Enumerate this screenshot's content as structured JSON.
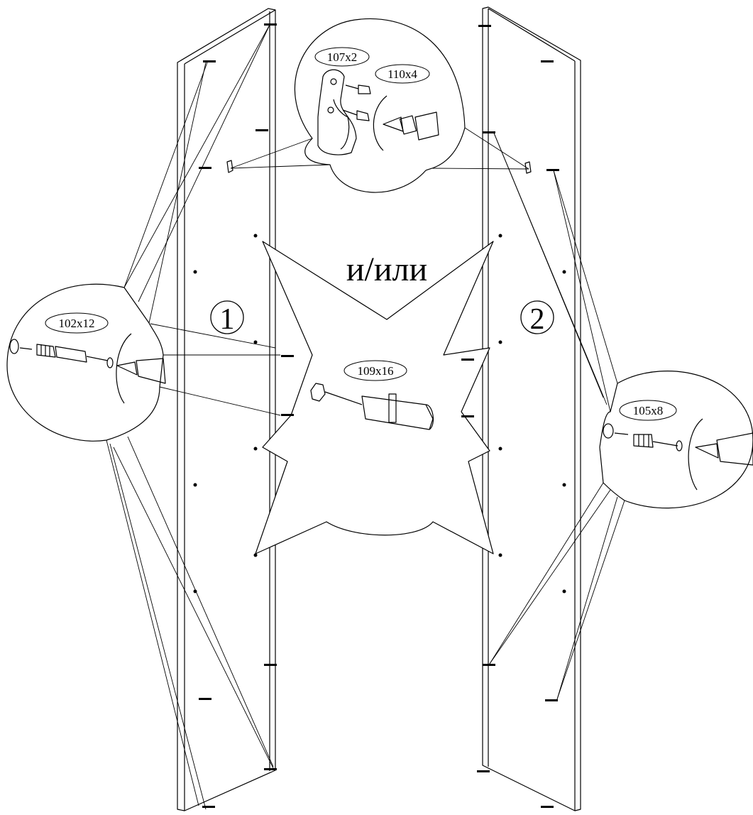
{
  "diagram": {
    "or_text": "и/или",
    "panels": [
      {
        "id": "panel-1",
        "number": "1"
      },
      {
        "id": "panel-2",
        "number": "2"
      }
    ],
    "callouts": [
      {
        "id": "hook",
        "labels": [
          "107x2",
          "110x4"
        ],
        "description": "hook bracket with screws"
      },
      {
        "id": "cam-left",
        "labels": [
          "102x12"
        ],
        "description": "cam bolt into panel 1"
      },
      {
        "id": "dowel",
        "labels": [
          "109x16"
        ],
        "description": "wooden dowel"
      },
      {
        "id": "cam-right",
        "labels": [
          "105x8"
        ],
        "description": "cam bolt into panel 2"
      }
    ]
  }
}
